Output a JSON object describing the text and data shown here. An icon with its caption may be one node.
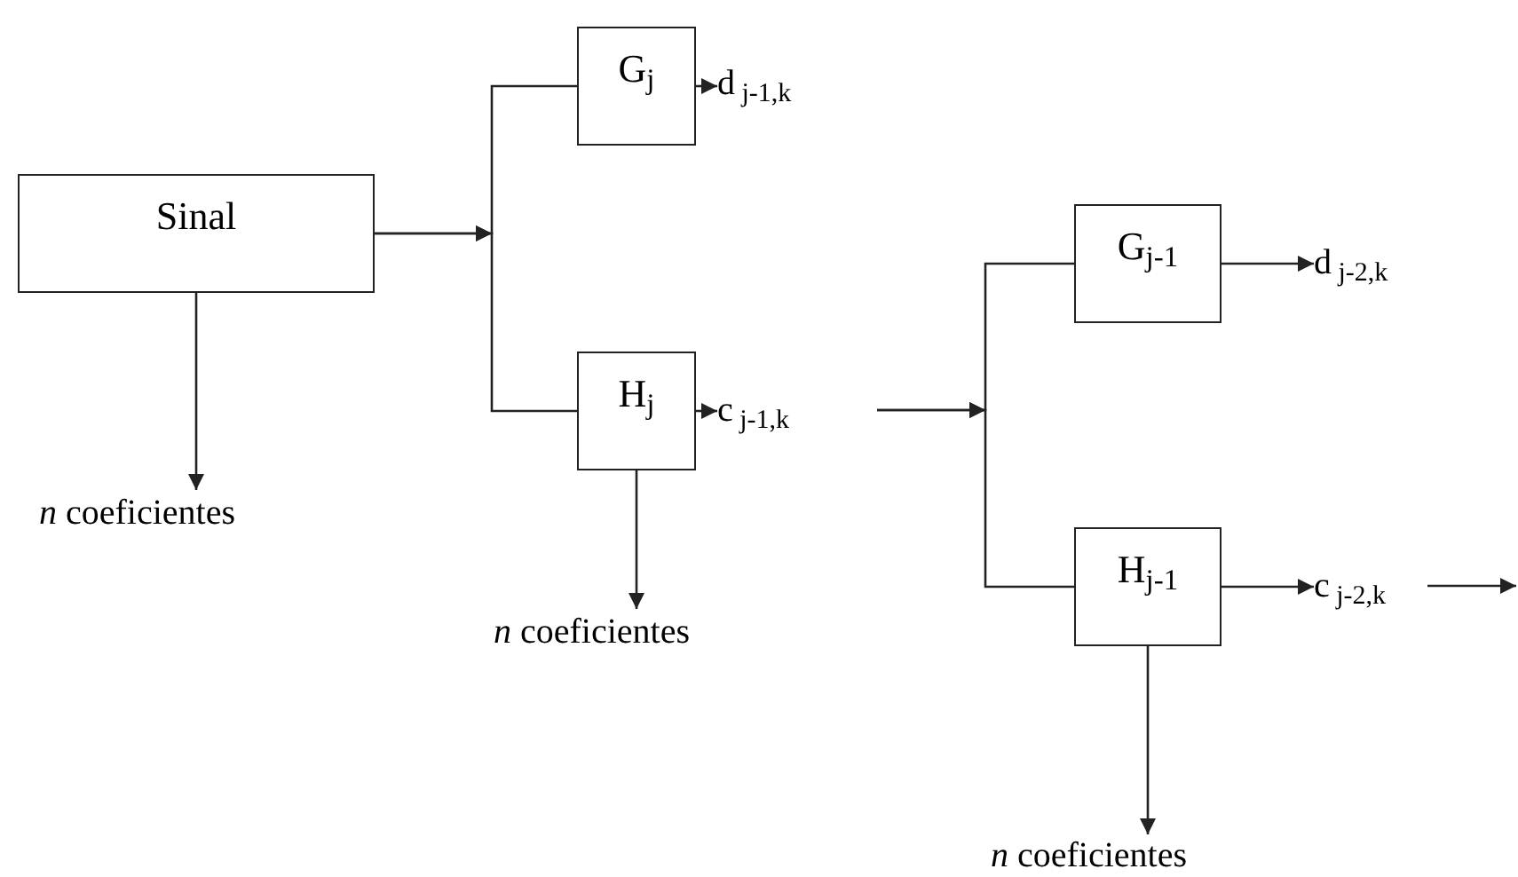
{
  "diagram": {
    "nodes": [
      {
        "text": [
          "Sinal"
        ]
      },
      {
        "text": [
          "G$_{j}$"
        ]
      },
      {
        "text": [
          "d$_{ j-1,k}$"
        ]
      },
      {
        "text": [
          "H$_{j}$"
        ]
      },
      {
        "text": [
          "c$_{ j-1,k}$"
        ]
      },
      {
        "text": [
          "G$_{j-1}$"
        ]
      },
      {
        "text": [
          "d$_{ j-2,k}$"
        ]
      },
      {
        "text": [
          "H$_{j-1}$"
        ]
      },
      {
        "text": [
          "c$_{ j-2,k}$"
        ]
      },
      {
        "text": [
          "*n* coeficientes"
        ]
      },
      {
        "text": [
          "*n* coeficientes"
        ]
      },
      {
        "text": [
          "*n* coeficientes"
        ]
      }
    ],
    "edges": [
      {
        "from": 0,
        "to": 1,
        "arrow": "to"
      },
      {
        "from": 0,
        "to": 3,
        "arrow": "to"
      },
      {
        "from": 0,
        "to": 9,
        "arrow": "to"
      },
      {
        "from": 1,
        "to": 2,
        "arrow": "to"
      },
      {
        "from": 3,
        "to": 4,
        "arrow": "to"
      },
      {
        "from": 3,
        "to": 10,
        "arrow": "to"
      },
      {
        "from": 4,
        "to": 5,
        "arrow": "to"
      },
      {
        "from": 4,
        "to": 7,
        "arrow": "to"
      },
      {
        "from": 5,
        "to": 6,
        "arrow": "to"
      },
      {
        "from": 7,
        "to": 8,
        "arrow": "to"
      },
      {
        "from": 7,
        "to": 11,
        "arrow": "to"
      },
      {
        "from": 8,
        "to": null,
        "arrow": "to"
      }
    ]
  }
}
